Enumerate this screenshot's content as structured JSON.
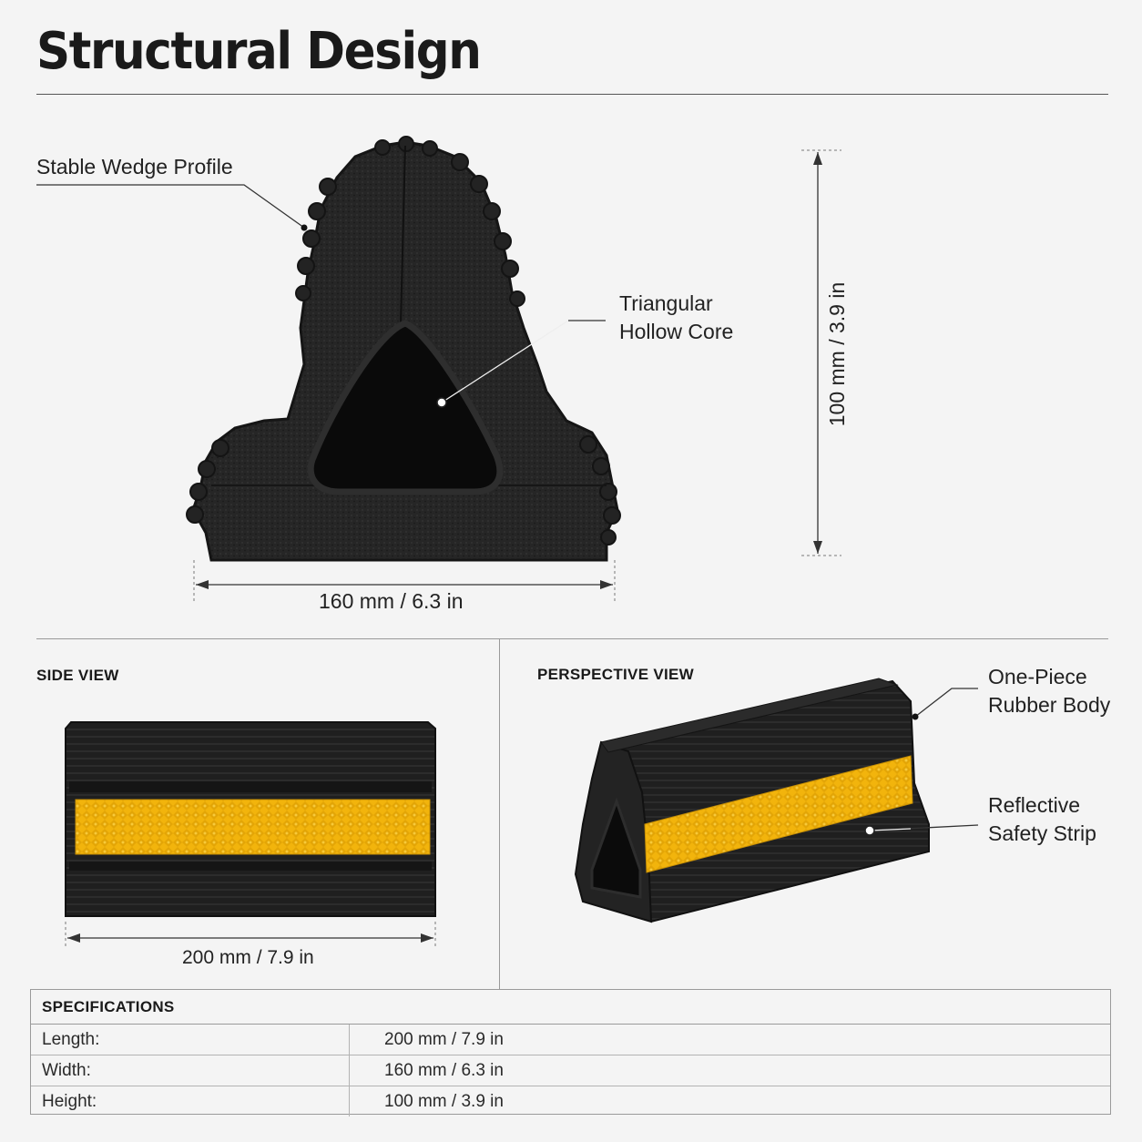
{
  "page": {
    "title": "Structural Design"
  },
  "front": {
    "callouts": {
      "wedge": "Stable Wedge Profile",
      "core_line1": "Triangular",
      "core_line2": "Hollow Core"
    },
    "width_dim": "160 mm / 6.3 in",
    "height_dim": "100 mm / 3.9 in"
  },
  "side_view": {
    "label": "SIDE VIEW",
    "length_dim": "200 mm / 7.9 in"
  },
  "perspective_view": {
    "label": "PERSPECTIVE VIEW",
    "callouts": {
      "body_line1": "One-Piece",
      "body_line2": "Rubber Body",
      "strip_line1": "Reflective",
      "strip_line2": "Safety Strip"
    }
  },
  "specifications": {
    "heading": "SPECIFICATIONS",
    "rows": [
      {
        "label": "Length:",
        "value": "200 mm / 7.9 in"
      },
      {
        "label": "Width:",
        "value": "160 mm / 6.3 in"
      },
      {
        "label": "Height:",
        "value": "100 mm / 3.9 in"
      }
    ]
  },
  "colors": {
    "rubber": "#1e1e1e",
    "reflector": "#f2b40c",
    "background": "#f4f4f4"
  }
}
